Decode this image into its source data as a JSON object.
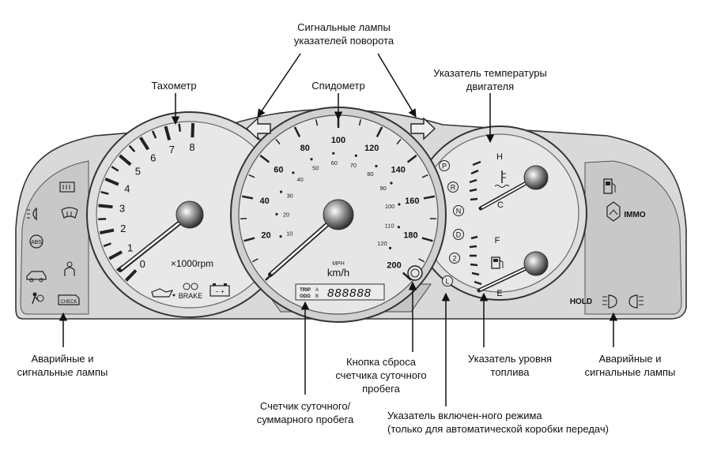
{
  "labels": {
    "turn_signals": [
      "Сигнальные лампы",
      "указателей поворота"
    ],
    "tachometer": "Тахометр",
    "speedometer": "Спидометр",
    "temperature": [
      "Указатель температуры",
      "двигателя"
    ],
    "warning_left": [
      "Аварийные и",
      "сигнальные лампы"
    ],
    "trip_reset": [
      "Кнопка сброса",
      "счетчика суточного",
      "пробега"
    ],
    "fuel_gauge": [
      "Указатель уровня",
      "топлива"
    ],
    "warning_right": [
      "Аварийные и",
      "сигнальные лампы"
    ],
    "odometer": [
      "Счетчик суточного/",
      "суммарного пробега"
    ],
    "gear_indicator": [
      "Указатель включен-ного режима",
      "(только для автоматической коробки передач)"
    ]
  },
  "tachometer": {
    "numbers": [
      "0",
      "1",
      "2",
      "3",
      "4",
      "5",
      "6",
      "7",
      "8"
    ],
    "unit": "×1000rpm"
  },
  "speedometer": {
    "kmh_numbers": [
      "20",
      "40",
      "60",
      "80",
      "100",
      "120",
      "140",
      "160",
      "180",
      "200"
    ],
    "mph_numbers": [
      "10",
      "20",
      "30",
      "40",
      "50",
      "60",
      "70",
      "80",
      "90",
      "100",
      "110",
      "120"
    ],
    "unit_small": "MPH",
    "unit": "km/h",
    "odo_tag_top": "TRIP",
    "odo_tag_bottom": "ODO",
    "odo_tag_a": "A",
    "odo_tag_b": "B",
    "odo_digits": "888888"
  },
  "temperature_gauge": {
    "hot": "H",
    "cold": "C"
  },
  "fuel_gauge": {
    "full": "F",
    "empty": "E"
  },
  "gear_positions": [
    "P",
    "R",
    "N",
    "D",
    "2",
    "L"
  ],
  "warning_panel_left": {
    "icons": [
      "rear-defrost-icon",
      "fog-light-icon",
      "front-defrost-icon",
      "abs-icon",
      "door-open-icon",
      "seatbelt-icon",
      "airbag-icon",
      "check-engine-icon"
    ],
    "abs": "ABS",
    "check": "CHECK"
  },
  "lower_icons": {
    "brake": "BRAKE",
    "battery": "− +"
  },
  "warning_panel_right": {
    "immo": "IMMO",
    "hold": "HOLD",
    "icons": [
      "fuel-icon",
      "immobilizer-icon",
      "headlight-icon",
      "rear-fog-icon"
    ]
  },
  "colors": {
    "panel": "#d4d4d4",
    "gauge": "#e4e4e4",
    "outline": "#333333"
  }
}
